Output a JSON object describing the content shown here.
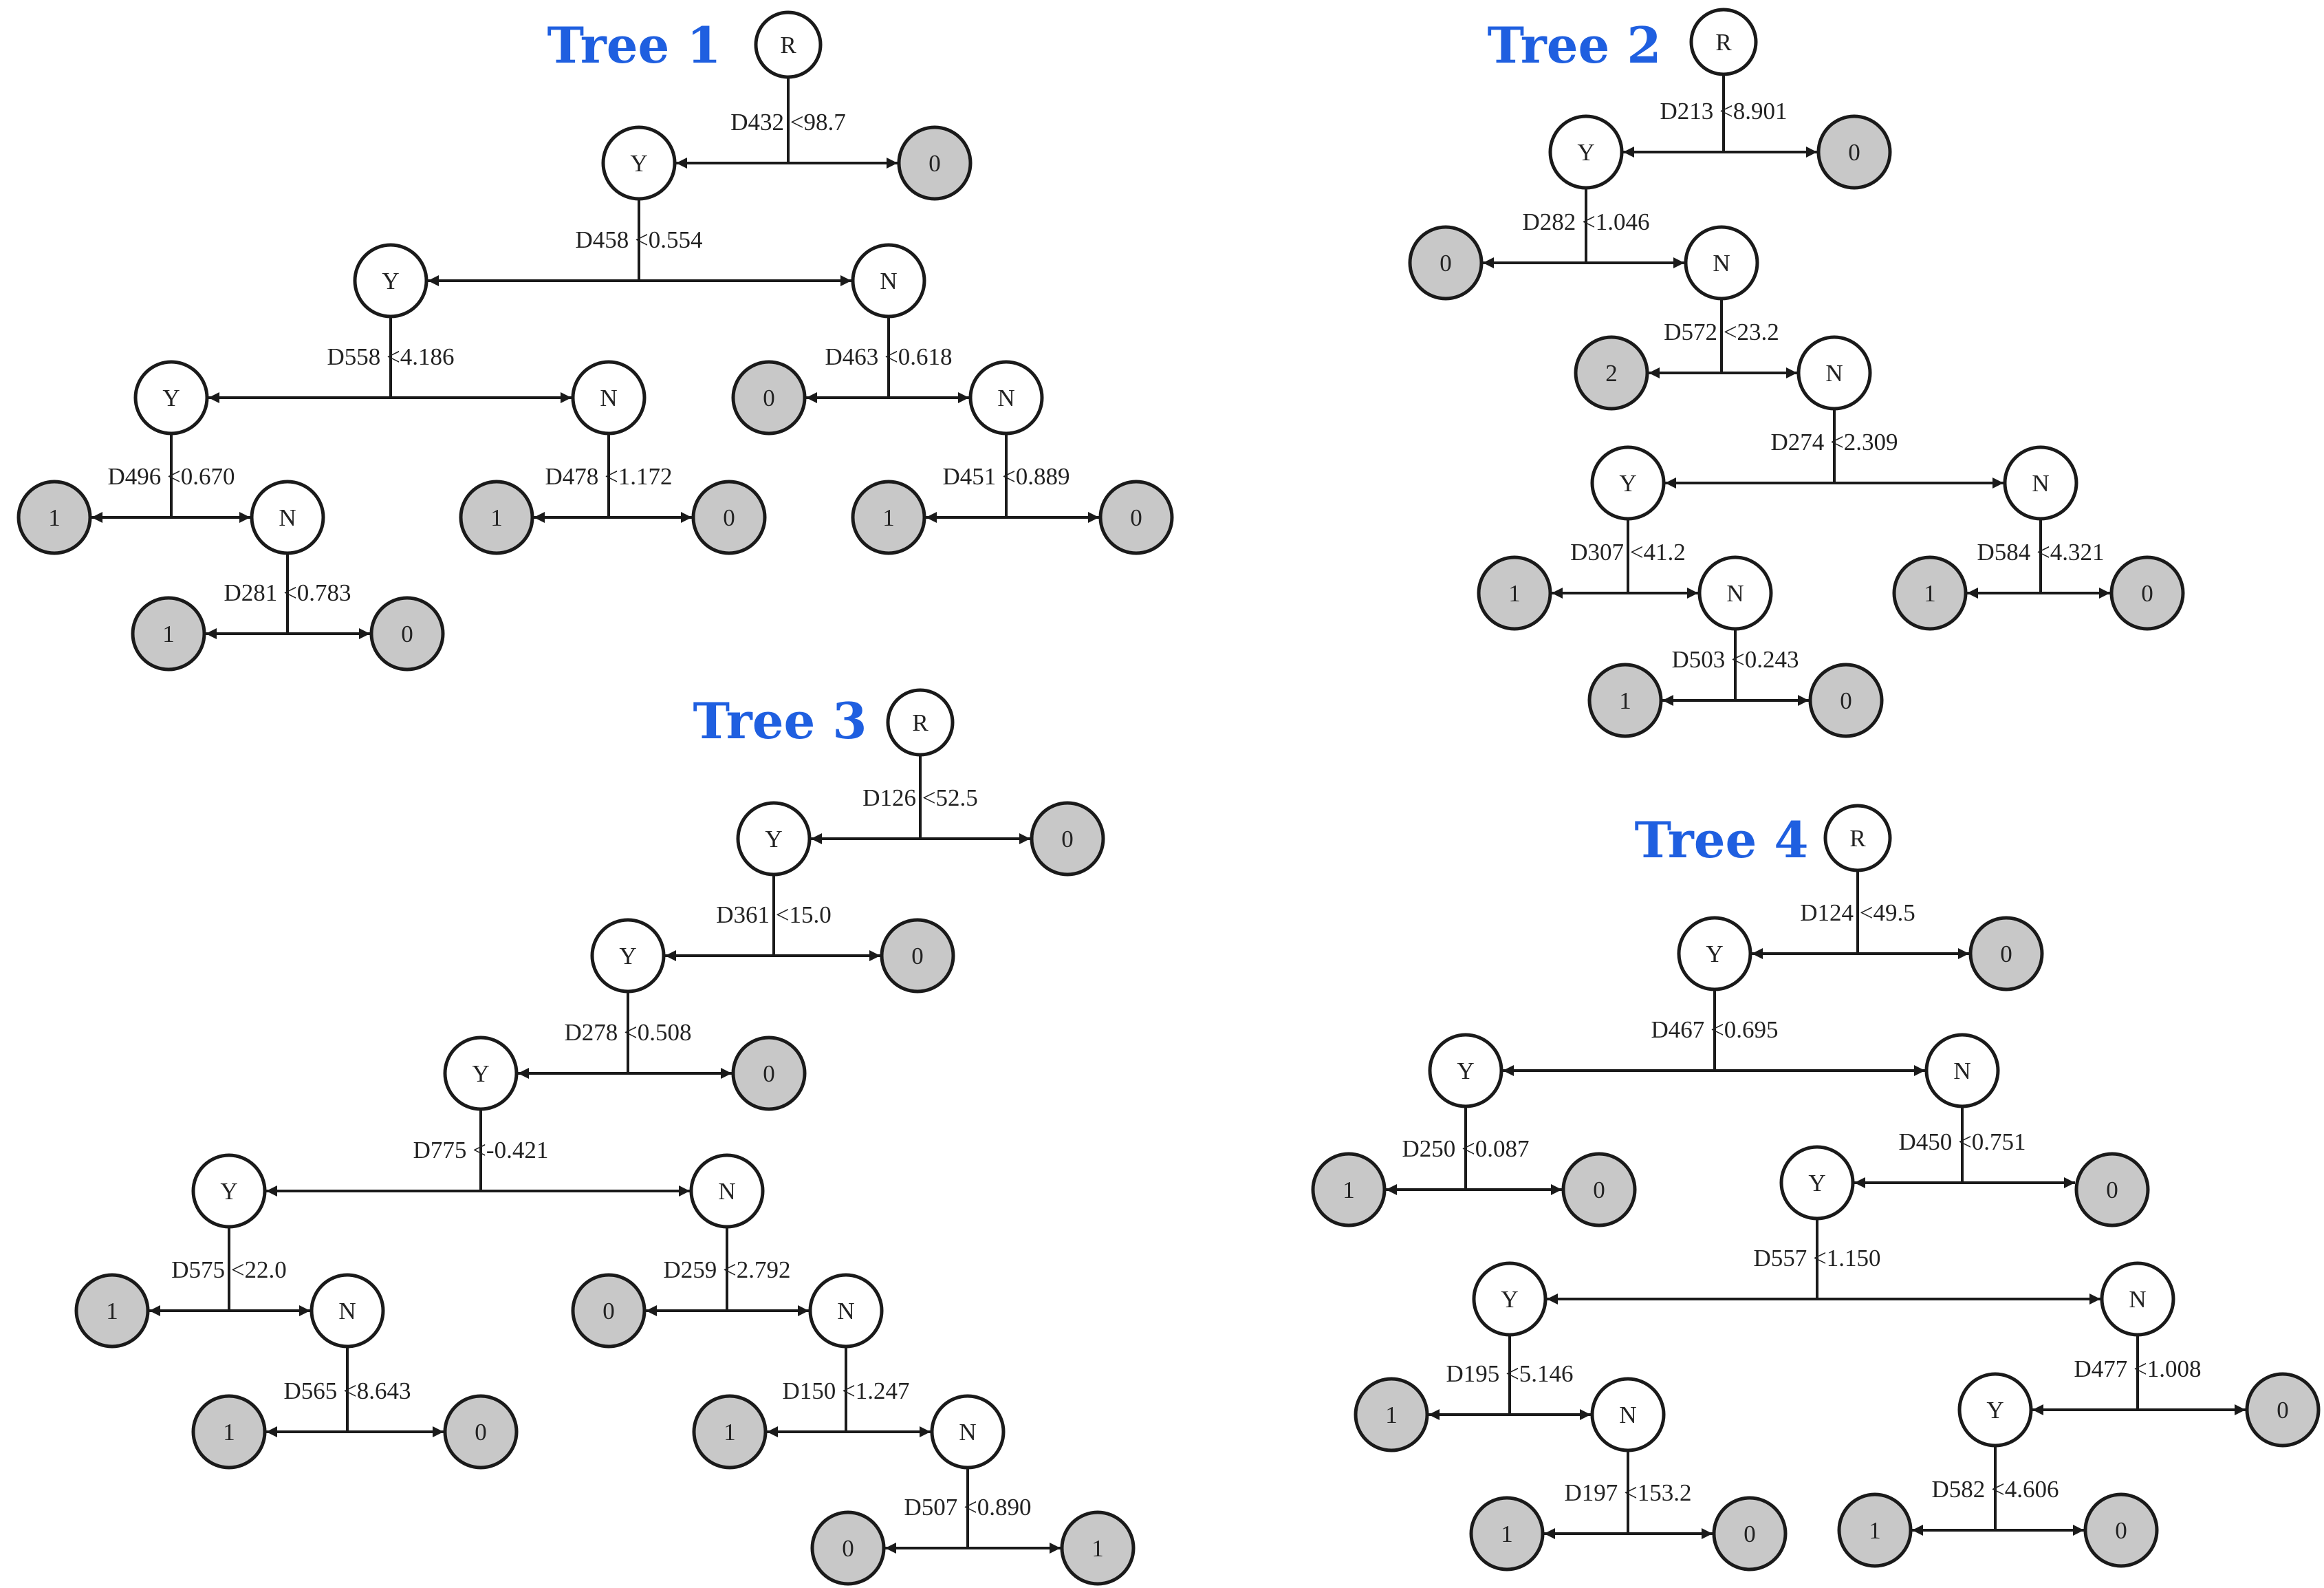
{
  "trees": [
    {
      "title": "Tree 1",
      "nodes": [
        {
          "id": "t1r",
          "label": "R",
          "kind": "root"
        },
        {
          "id": "t1y1",
          "label": "Y",
          "kind": "internal"
        },
        {
          "id": "t1l1",
          "label": "0",
          "kind": "leaf"
        },
        {
          "id": "t1y2",
          "label": "Y",
          "kind": "internal"
        },
        {
          "id": "t1n2",
          "label": "N",
          "kind": "internal"
        },
        {
          "id": "t1y3",
          "label": "Y",
          "kind": "internal"
        },
        {
          "id": "t1n3",
          "label": "N",
          "kind": "internal"
        },
        {
          "id": "t1l2",
          "label": "0",
          "kind": "leaf"
        },
        {
          "id": "t1n4",
          "label": "N",
          "kind": "internal"
        },
        {
          "id": "t1l3",
          "label": "1",
          "kind": "leaf"
        },
        {
          "id": "t1n5",
          "label": "N",
          "kind": "internal"
        },
        {
          "id": "t1l4",
          "label": "1",
          "kind": "leaf"
        },
        {
          "id": "t1l5",
          "label": "0",
          "kind": "leaf"
        },
        {
          "id": "t1l6",
          "label": "1",
          "kind": "leaf"
        },
        {
          "id": "t1l7",
          "label": "0",
          "kind": "leaf"
        },
        {
          "id": "t1l8",
          "label": "1",
          "kind": "leaf"
        },
        {
          "id": "t1l9",
          "label": "0",
          "kind": "leaf"
        }
      ],
      "splits": [
        {
          "parent": "t1r",
          "condition": "D432 <98.7",
          "left": "t1y1",
          "right": "t1l1"
        },
        {
          "parent": "t1y1",
          "condition": "D458 <0.554",
          "left": "t1y2",
          "right": "t1n2"
        },
        {
          "parent": "t1y2",
          "condition": "D558 <4.186",
          "left": "t1y3",
          "right": "t1n3"
        },
        {
          "parent": "t1n2",
          "condition": "D463 <0.618",
          "left": "t1l2",
          "right": "t1n4"
        },
        {
          "parent": "t1y3",
          "condition": "D496 <0.670",
          "left": "t1l3",
          "right": "t1n5"
        },
        {
          "parent": "t1n3",
          "condition": "D478 <1.172",
          "left": "t1l4",
          "right": "t1l5"
        },
        {
          "parent": "t1n4",
          "condition": "D451 <0.889",
          "left": "t1l6",
          "right": "t1l7"
        },
        {
          "parent": "t1n5",
          "condition": "D281 <0.783",
          "left": "t1l8",
          "right": "t1l9"
        }
      ]
    },
    {
      "title": "Tree 2",
      "nodes": [
        {
          "id": "t2r",
          "label": "R",
          "kind": "root"
        },
        {
          "id": "t2y1",
          "label": "Y",
          "kind": "internal"
        },
        {
          "id": "t2l1",
          "label": "0",
          "kind": "leaf"
        },
        {
          "id": "t2l2",
          "label": "0",
          "kind": "leaf"
        },
        {
          "id": "t2n1",
          "label": "N",
          "kind": "internal"
        },
        {
          "id": "t2l3",
          "label": "2",
          "kind": "leaf"
        },
        {
          "id": "t2n2",
          "label": "N",
          "kind": "internal"
        },
        {
          "id": "t2y3",
          "label": "Y",
          "kind": "internal"
        },
        {
          "id": "t2n3",
          "label": "N",
          "kind": "internal"
        },
        {
          "id": "t2l4",
          "label": "1",
          "kind": "leaf"
        },
        {
          "id": "t2n4",
          "label": "N",
          "kind": "internal"
        },
        {
          "id": "t2l5",
          "label": "1",
          "kind": "leaf"
        },
        {
          "id": "t2l6",
          "label": "0",
          "kind": "leaf"
        },
        {
          "id": "t2l7",
          "label": "1",
          "kind": "leaf"
        },
        {
          "id": "t2l8",
          "label": "0",
          "kind": "leaf"
        }
      ],
      "splits": [
        {
          "parent": "t2r",
          "condition": "D213 <8.901",
          "left": "t2y1",
          "right": "t2l1"
        },
        {
          "parent": "t2y1",
          "condition": "D282 <1.046",
          "left": "t2l2",
          "right": "t2n1"
        },
        {
          "parent": "t2n1",
          "condition": "D572 <23.2",
          "left": "t2l3",
          "right": "t2n2"
        },
        {
          "parent": "t2n2",
          "condition": "D274 <2.309",
          "left": "t2y3",
          "right": "t2n3"
        },
        {
          "parent": "t2y3",
          "condition": "D307 <41.2",
          "left": "t2l4",
          "right": "t2n4"
        },
        {
          "parent": "t2n3",
          "condition": "D584 <4.321",
          "left": "t2l5",
          "right": "t2l6"
        },
        {
          "parent": "t2n4",
          "condition": "D503 <0.243",
          "left": "t2l7",
          "right": "t2l8"
        }
      ]
    },
    {
      "title": "Tree 3",
      "nodes": [
        {
          "id": "t3r",
          "label": "R",
          "kind": "root"
        },
        {
          "id": "t3y1",
          "label": "Y",
          "kind": "internal"
        },
        {
          "id": "t3l1",
          "label": "0",
          "kind": "leaf"
        },
        {
          "id": "t3y2",
          "label": "Y",
          "kind": "internal"
        },
        {
          "id": "t3l2",
          "label": "0",
          "kind": "leaf"
        },
        {
          "id": "t3y3",
          "label": "Y",
          "kind": "internal"
        },
        {
          "id": "t3l3",
          "label": "0",
          "kind": "leaf"
        },
        {
          "id": "t3y4",
          "label": "Y",
          "kind": "internal"
        },
        {
          "id": "t3n4",
          "label": "N",
          "kind": "internal"
        },
        {
          "id": "t3l4",
          "label": "1",
          "kind": "leaf"
        },
        {
          "id": "t3n5",
          "label": "N",
          "kind": "internal"
        },
        {
          "id": "t3l5",
          "label": "0",
          "kind": "leaf"
        },
        {
          "id": "t3n6",
          "label": "N",
          "kind": "internal"
        },
        {
          "id": "t3l6",
          "label": "1",
          "kind": "leaf"
        },
        {
          "id": "t3l7",
          "label": "0",
          "kind": "leaf"
        },
        {
          "id": "t3l8",
          "label": "1",
          "kind": "leaf"
        },
        {
          "id": "t3n7",
          "label": "N",
          "kind": "internal"
        },
        {
          "id": "t3l9",
          "label": "0",
          "kind": "leaf"
        },
        {
          "id": "t3l10",
          "label": "1",
          "kind": "leaf"
        }
      ],
      "splits": [
        {
          "parent": "t3r",
          "condition": "D126 <52.5",
          "left": "t3y1",
          "right": "t3l1"
        },
        {
          "parent": "t3y1",
          "condition": "D361 <15.0",
          "left": "t3y2",
          "right": "t3l2"
        },
        {
          "parent": "t3y2",
          "condition": "D278 <0.508",
          "left": "t3y3",
          "right": "t3l3"
        },
        {
          "parent": "t3y3",
          "condition": "D775 <-0.421",
          "left": "t3y4",
          "right": "t3n4"
        },
        {
          "parent": "t3y4",
          "condition": "D575 <22.0",
          "left": "t3l4",
          "right": "t3n5"
        },
        {
          "parent": "t3n4",
          "condition": "D259 <2.792",
          "left": "t3l5",
          "right": "t3n6"
        },
        {
          "parent": "t3n5",
          "condition": "D565 <8.643",
          "left": "t3l6",
          "right": "t3l7"
        },
        {
          "parent": "t3n6",
          "condition": "D150 <1.247",
          "left": "t3l8",
          "right": "t3n7"
        },
        {
          "parent": "t3n7",
          "condition": "D507 <0.890",
          "left": "t3l9",
          "right": "t3l10"
        }
      ]
    },
    {
      "title": "Tree 4",
      "nodes": [
        {
          "id": "t4r",
          "label": "R",
          "kind": "root"
        },
        {
          "id": "t4y1",
          "label": "Y",
          "kind": "internal"
        },
        {
          "id": "t4l1",
          "label": "0",
          "kind": "leaf"
        },
        {
          "id": "t4y2",
          "label": "Y",
          "kind": "internal"
        },
        {
          "id": "t4n2",
          "label": "N",
          "kind": "internal"
        },
        {
          "id": "t4l2",
          "label": "1",
          "kind": "leaf"
        },
        {
          "id": "t4l3",
          "label": "0",
          "kind": "leaf"
        },
        {
          "id": "t4y3",
          "label": "Y",
          "kind": "internal"
        },
        {
          "id": "t4l4",
          "label": "0",
          "kind": "leaf"
        },
        {
          "id": "t4y4",
          "label": "Y",
          "kind": "internal"
        },
        {
          "id": "t4n4",
          "label": "N",
          "kind": "internal"
        },
        {
          "id": "t4l5",
          "label": "1",
          "kind": "leaf"
        },
        {
          "id": "t4n5",
          "label": "N",
          "kind": "internal"
        },
        {
          "id": "t4y5",
          "label": "Y",
          "kind": "internal"
        },
        {
          "id": "t4l6",
          "label": "0",
          "kind": "leaf"
        },
        {
          "id": "t4l7",
          "label": "1",
          "kind": "leaf"
        },
        {
          "id": "t4l8",
          "label": "0",
          "kind": "leaf"
        },
        {
          "id": "t4l9",
          "label": "1",
          "kind": "leaf"
        },
        {
          "id": "t4l10",
          "label": "0",
          "kind": "leaf"
        }
      ],
      "splits": [
        {
          "parent": "t4r",
          "condition": "D124 <49.5",
          "left": "t4y1",
          "right": "t4l1"
        },
        {
          "parent": "t4y1",
          "condition": "D467 <0.695",
          "left": "t4y2",
          "right": "t4n2"
        },
        {
          "parent": "t4y2",
          "condition": "D250 <0.087",
          "left": "t4l2",
          "right": "t4l3"
        },
        {
          "parent": "t4n2",
          "condition": "D450 <0.751",
          "left": "t4y3",
          "right": "t4l4"
        },
        {
          "parent": "t4y3",
          "condition": "D557 <1.150",
          "left": "t4y4",
          "right": "t4n4"
        },
        {
          "parent": "t4y4",
          "condition": "D195 <5.146",
          "left": "t4l5",
          "right": "t4n5"
        },
        {
          "parent": "t4n4",
          "condition": "D477 <1.008",
          "left": "t4y5",
          "right": "t4l6"
        },
        {
          "parent": "t4n5",
          "condition": "D197 <153.2",
          "left": "t4l7",
          "right": "t4l8"
        },
        {
          "parent": "t4y5",
          "condition": "D582 <4.606",
          "left": "t4l9",
          "right": "t4l10"
        }
      ]
    }
  ]
}
